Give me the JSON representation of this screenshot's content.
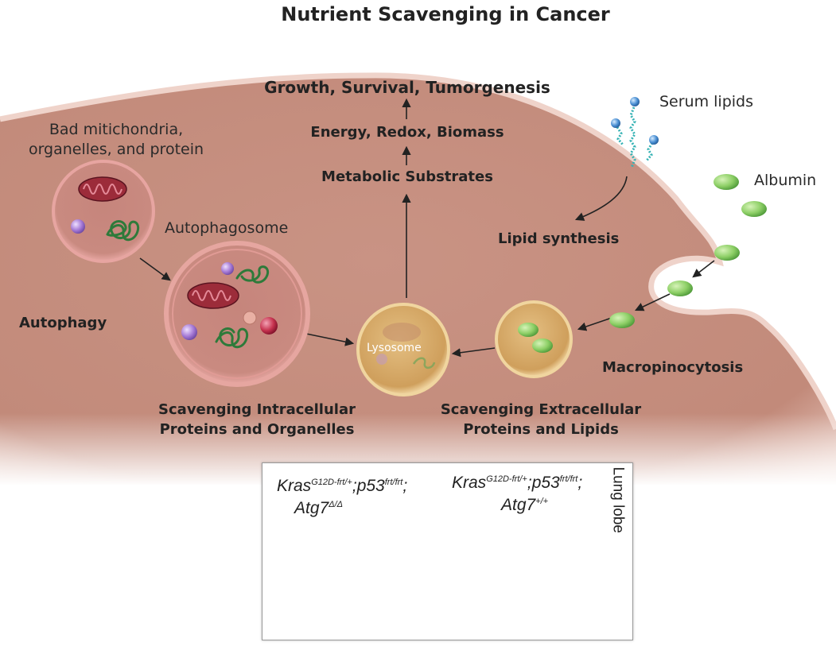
{
  "title": "Nutrient Scavenging in Cancer",
  "outcomes": {
    "growth": "Growth, Survival, Tumorgenesis",
    "energy": "Energy, Redox, Biomass",
    "substrates": "Metabolic Substrates"
  },
  "labels": {
    "bad_cargo_line1": "Bad mitichondria,",
    "bad_cargo_line2": "organelles, and protein",
    "autophagosome": "Autophagosome",
    "autophagy": "Autophagy",
    "lysosome": "Lysosome",
    "serum_lipids": "Serum lipids",
    "albumin": "Albumin",
    "lipid_synthesis": "Lipid synthesis",
    "macropinocytosis": "Macropinocytosis",
    "intracellular_line1": "Scavenging Intracellular",
    "intracellular_line2": "Proteins and Organelles",
    "extracellular_line1": "Scavenging Extracellular",
    "extracellular_line2": "Proteins and Lipids"
  },
  "inset": {
    "left_genotype": {
      "gene1": "Kras",
      "sup1": "G12D-frt/+",
      "sep1": ";",
      "gene2": "p53",
      "sup2": "frt/frt",
      "sep2": ";",
      "gene3": "Atg7",
      "sup3": "Δ/Δ"
    },
    "right_genotype": {
      "gene1": "Kras",
      "sup1": "G12D-frt/+",
      "sep1": ";",
      "gene2": "p53",
      "sup2": "frt/frt",
      "sep2": ";",
      "gene3": "Atg7",
      "sup3": "+/+"
    },
    "side_label": "Lung lobe"
  },
  "colors": {
    "cell_fill": "#c58e7e",
    "cell_edge": "#e9c3b7",
    "autophagosome_fill": "#c98a80",
    "autophagosome_rim": "#e6a6a0",
    "lysosome_fill": "#d6a765",
    "albumin": "#8fd06a",
    "tissue": "#9b4f9a"
  }
}
